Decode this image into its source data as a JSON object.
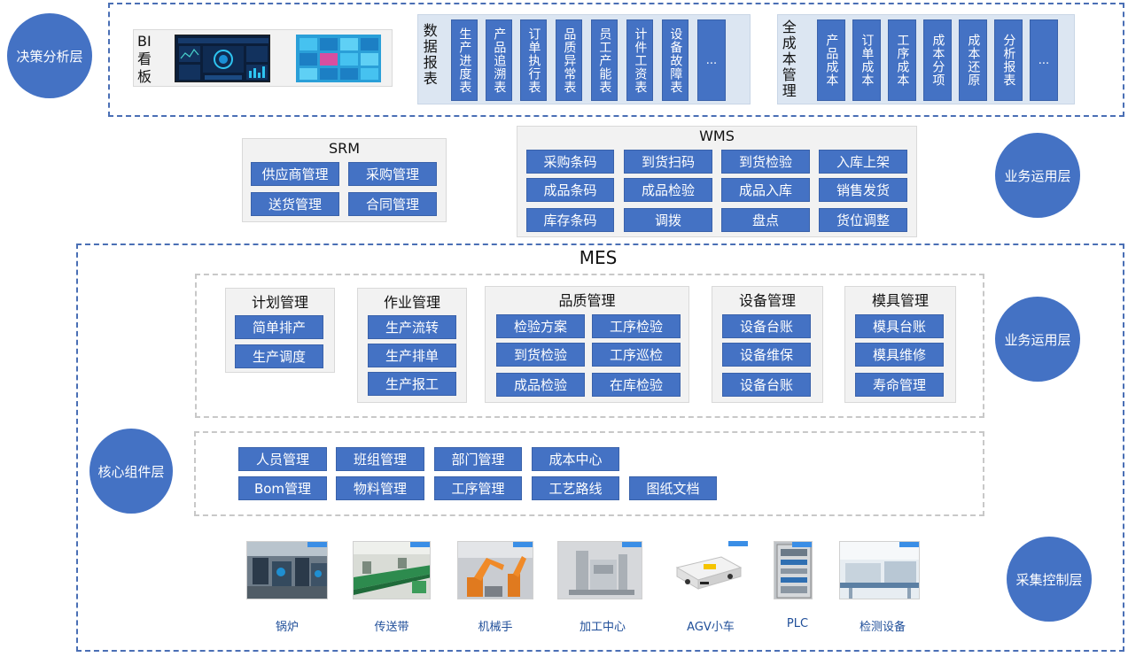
{
  "layers": {
    "decision": "决策分析层",
    "business_top": "业务运用层",
    "business_mes": "业务运用层",
    "core": "核心组件层",
    "collect": "采集控制层"
  },
  "bi": {
    "label": "BI看板"
  },
  "data_reports": {
    "label": "数据报表",
    "items": [
      "生产进度表",
      "产品追溯表",
      "订单执行表",
      "品质异常表",
      "员工产能表",
      "计件工资表",
      "设备故障表",
      "..."
    ]
  },
  "cost": {
    "label": "全成本管理",
    "items": [
      "产品成本",
      "订单成本",
      "工序成本",
      "成本分项",
      "成本还原",
      "分析报表",
      "..."
    ]
  },
  "srm": {
    "title": "SRM",
    "items": [
      "供应商管理",
      "采购管理",
      "送货管理",
      "合同管理"
    ]
  },
  "wms": {
    "title": "WMS",
    "items": [
      "采购条码",
      "到货扫码",
      "到货检验",
      "入库上架",
      "成品条码",
      "成品检验",
      "成品入库",
      "销售发货",
      "库存条码",
      "调拨",
      "盘点",
      "货位调整"
    ]
  },
  "mes": {
    "title": "MES",
    "plan": {
      "title": "计划管理",
      "items": [
        "简单排产",
        "生产调度"
      ]
    },
    "work": {
      "title": "作业管理",
      "items": [
        "生产流转",
        "生产排单",
        "生产报工"
      ]
    },
    "quality": {
      "title": "品质管理",
      "items": [
        "检验方案",
        "工序检验",
        "到货检验",
        "工序巡检",
        "成品检验",
        "在库检验"
      ]
    },
    "equipment": {
      "title": "设备管理",
      "items": [
        "设备台账",
        "设备维保",
        "设备台账"
      ]
    },
    "mold": {
      "title": "模具管理",
      "items": [
        "模具台账",
        "模具维修",
        "寿命管理"
      ]
    }
  },
  "core": {
    "items": [
      "人员管理",
      "班组管理",
      "部门管理",
      "成本中心",
      "Bom管理",
      "物料管理",
      "工序管理",
      "工艺路线",
      "图纸文档"
    ]
  },
  "devices": [
    "锅炉",
    "传送带",
    "机械手",
    "加工中心",
    "AGV小车",
    "PLC",
    "检测设备"
  ],
  "colors": {
    "primary": "#4472c4",
    "dash": "#4a6fb5",
    "caption": "#1f4e99"
  }
}
